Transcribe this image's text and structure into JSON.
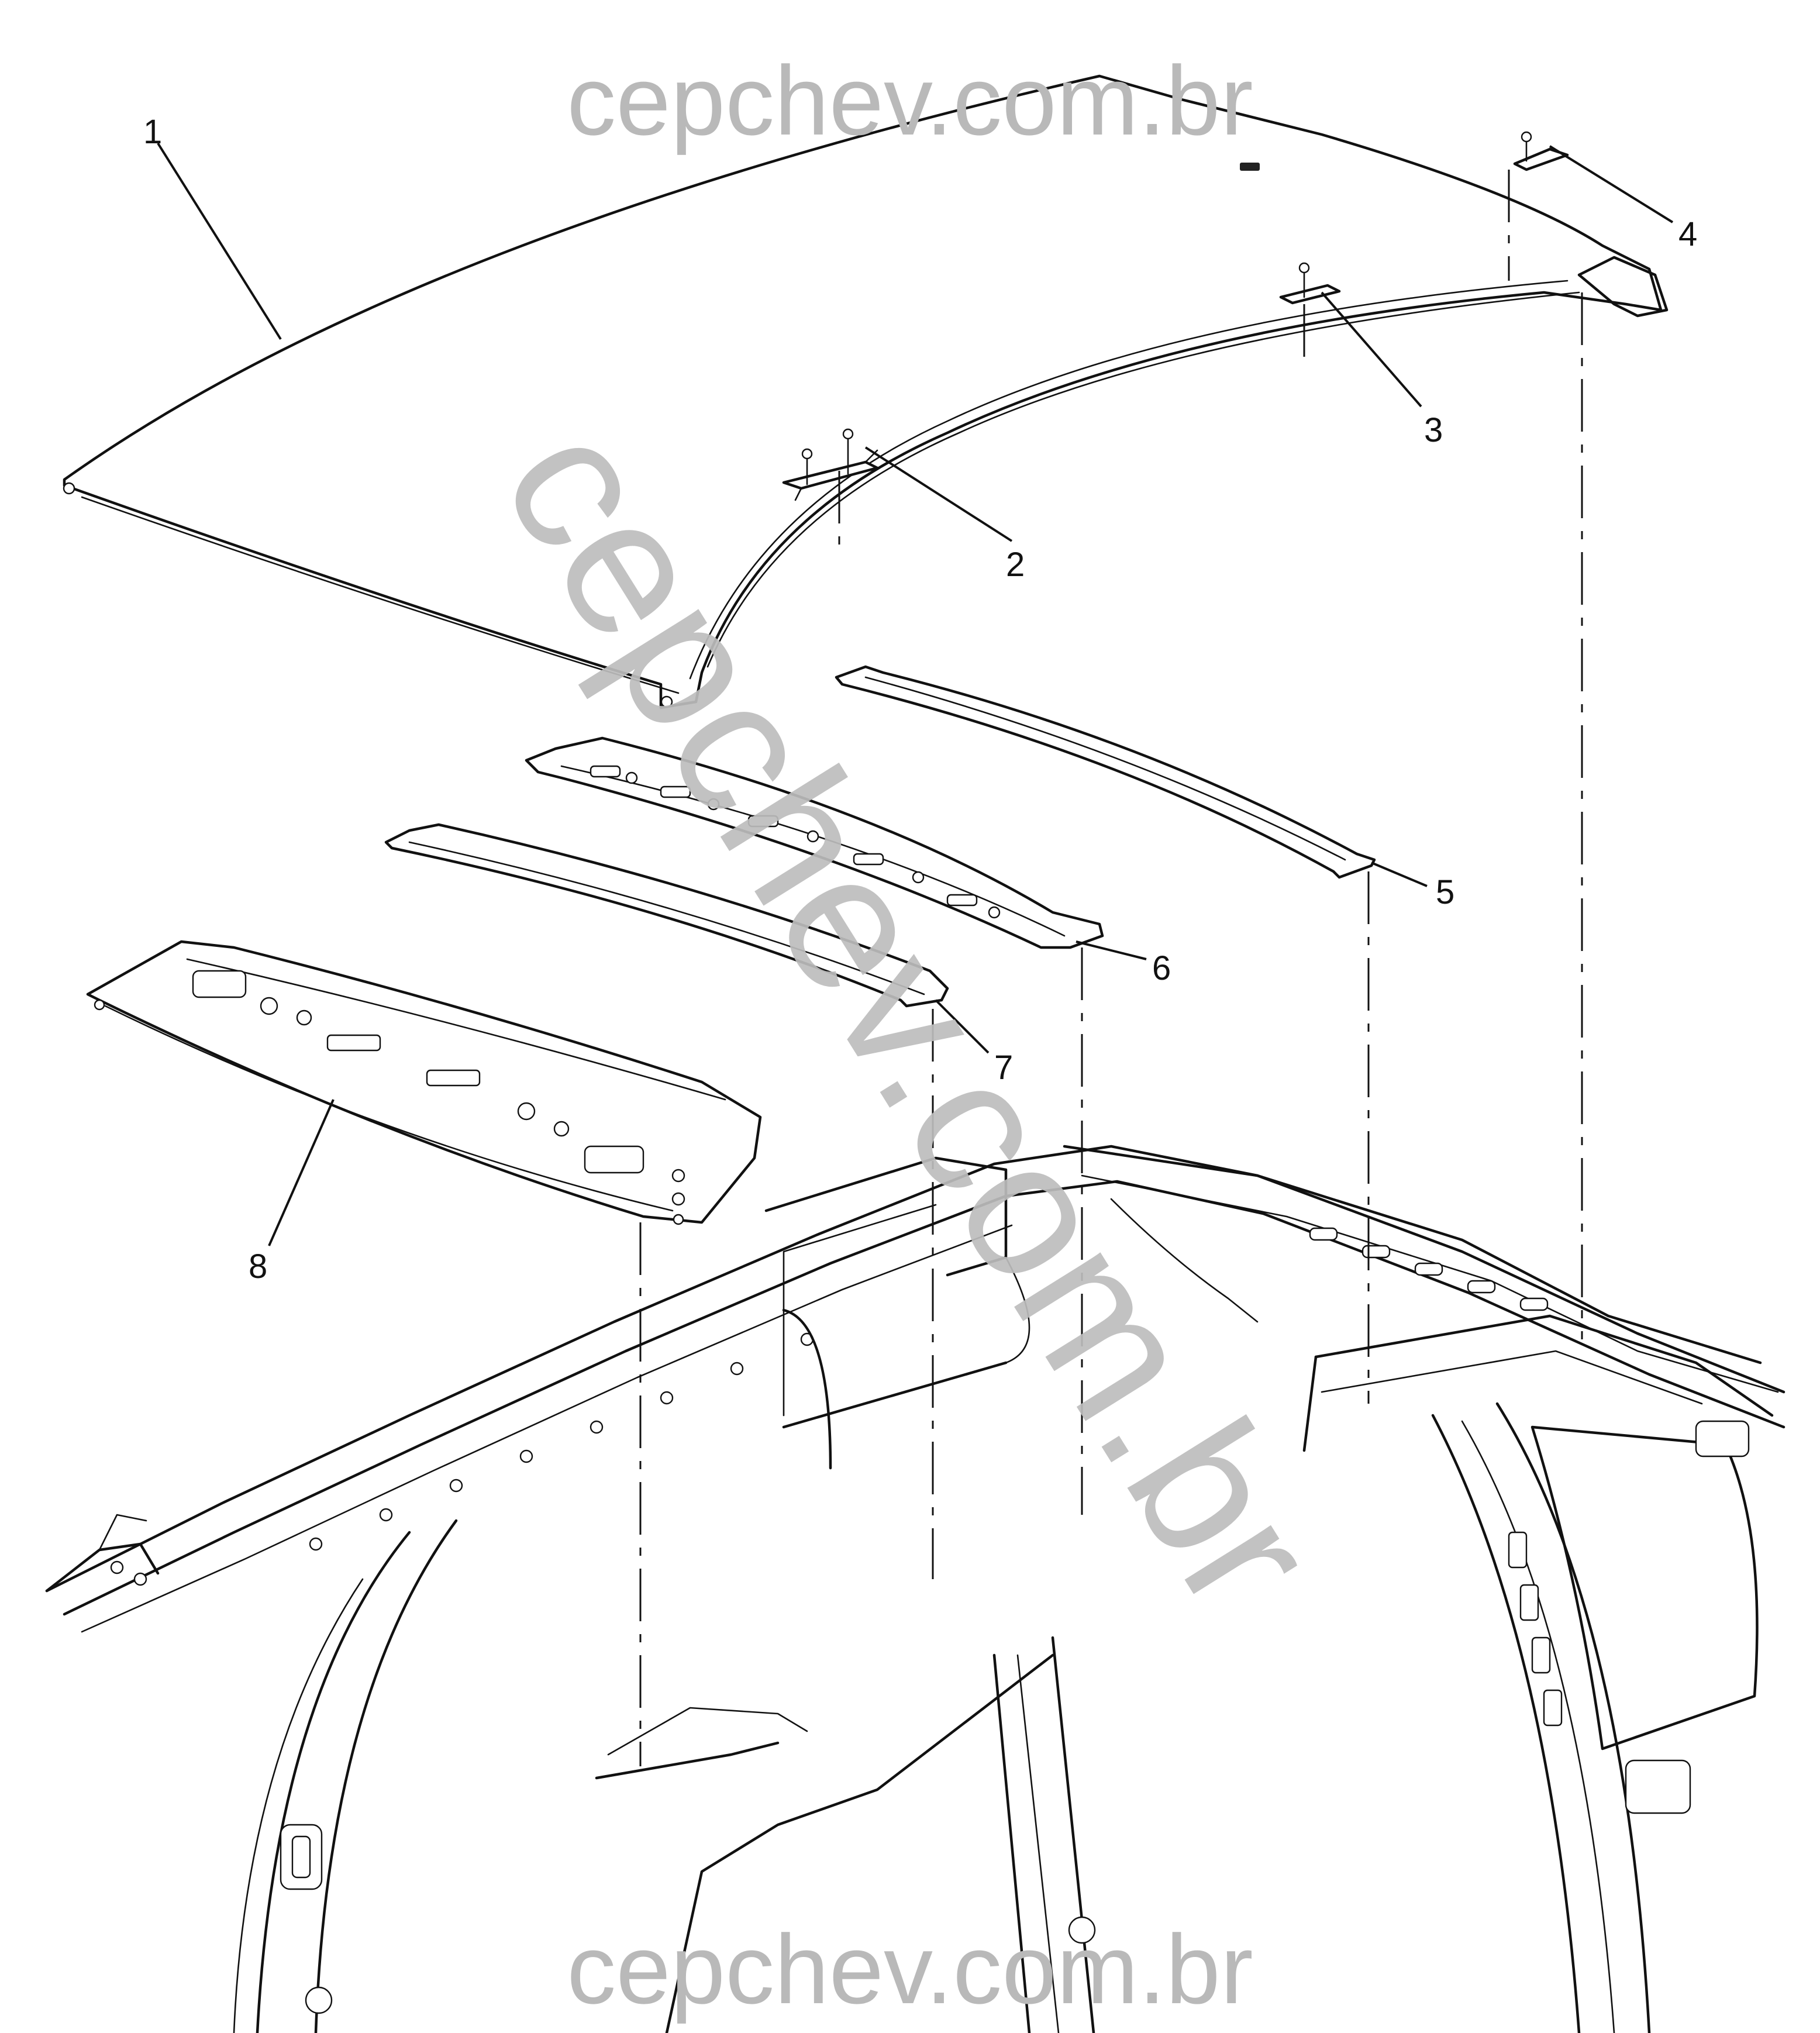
{
  "watermarks": {
    "top": "cepchev.com.br",
    "diagonal": "cepchev.com.br",
    "bottom": "cepchev.com.br"
  },
  "callouts": [
    "1",
    "2",
    "3",
    "4",
    "5",
    "6",
    "7",
    "8"
  ],
  "colors": {
    "line": "#111111",
    "watermark": "#b9b9b9",
    "background": "#ffffff"
  }
}
